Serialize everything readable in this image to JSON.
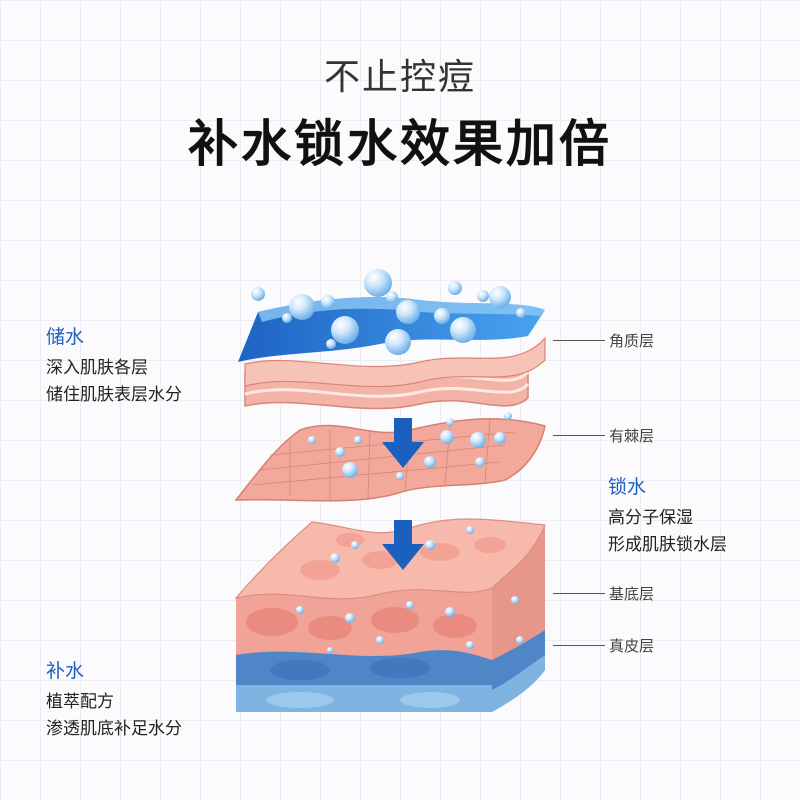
{
  "header": {
    "subtitle": "不止控痘",
    "title": "补水锁水效果加倍"
  },
  "left_top": {
    "heading": "储水",
    "lines": [
      "深入肌肤各层",
      "储住肌肤表层水分"
    ]
  },
  "right_mid": {
    "heading": "锁水",
    "lines": [
      "高分子保湿",
      "形成肌肤锁水层"
    ]
  },
  "left_bottom": {
    "heading": "补水",
    "lines": [
      "植萃配方",
      "渗透肌底补足水分"
    ]
  },
  "layer_labels": [
    "角质层",
    "有棘层",
    "基底层",
    "真皮层"
  ],
  "colors": {
    "accent_blue": "#1f5fbf",
    "skin_pink": "#f2a99b",
    "water_blue": "#2b7fd6",
    "arrow_blue": "#1b5fbf"
  }
}
